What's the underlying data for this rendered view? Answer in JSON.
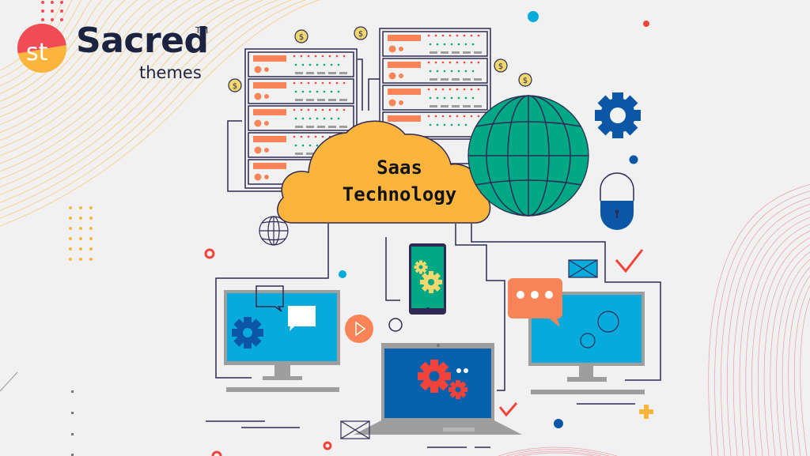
{
  "brand": {
    "logo_mark": "st",
    "name": "Sacred",
    "subtitle": "themes",
    "trademark": "TM"
  },
  "hero": {
    "cloud_title_line1": "Saas",
    "cloud_title_line2": "Technology"
  },
  "colors": {
    "background": "#f1f1f1",
    "cloud": "#fbb53c",
    "globe": "#00a884",
    "outline": "#2e2a55",
    "server_orange": "#f98457",
    "screen_blue": "#07abdb",
    "laptop_blue": "#0561ab",
    "gear_blue": "#0b57a5",
    "accent_red": "#f2433a",
    "coin_yellow": "#f2d96e",
    "device_grey": "#9e9e9e"
  },
  "icons": [
    "server-rack-icon",
    "cloud-icon",
    "globe-icon",
    "gear-icon",
    "padlock-icon",
    "smartphone-icon",
    "monitor-icon",
    "laptop-icon",
    "chat-bubble-icon",
    "play-icon",
    "envelope-icon",
    "checkmark-icon",
    "dollar-coin-icon",
    "plus-icon"
  ]
}
